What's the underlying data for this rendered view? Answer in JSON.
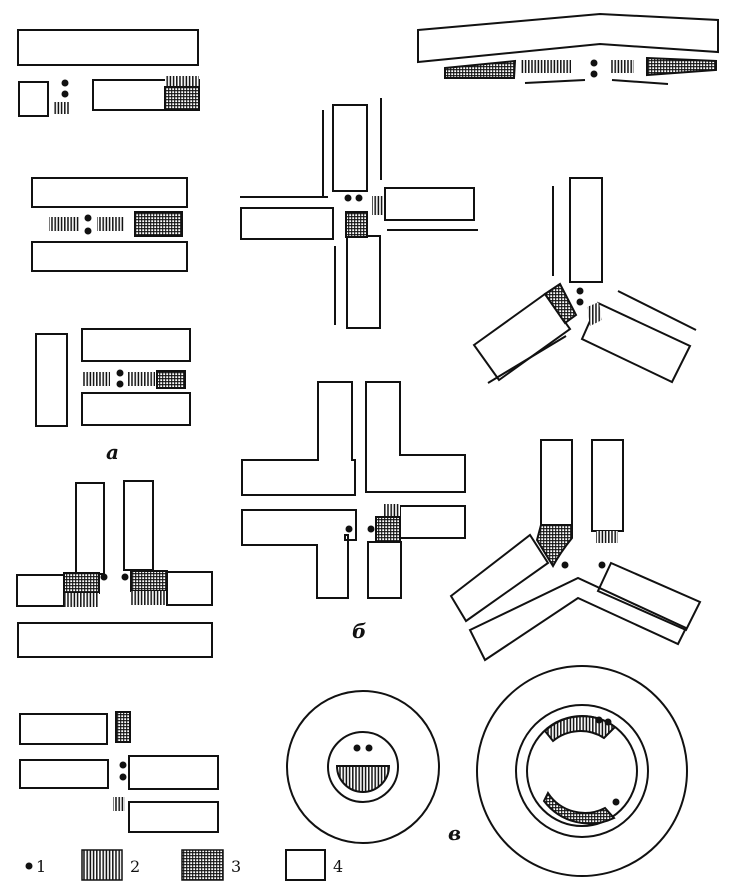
{
  "panels": [
    {
      "id": "a",
      "label": "а"
    },
    {
      "id": "b",
      "label": "б"
    },
    {
      "id": "v",
      "label": "в"
    }
  ],
  "legend": [
    {
      "number": "1",
      "symbol": "dot",
      "icon": "dot-icon"
    },
    {
      "number": "2",
      "symbol": "vertical-hatch",
      "icon": "hatch-icon"
    },
    {
      "number": "3",
      "symbol": "cross-hatch",
      "icon": "crosshatch-icon"
    },
    {
      "number": "4",
      "symbol": "open-rectangle",
      "icon": "rectangle-icon"
    }
  ],
  "colors": {
    "ink": "#111111",
    "paper": "#ffffff"
  }
}
